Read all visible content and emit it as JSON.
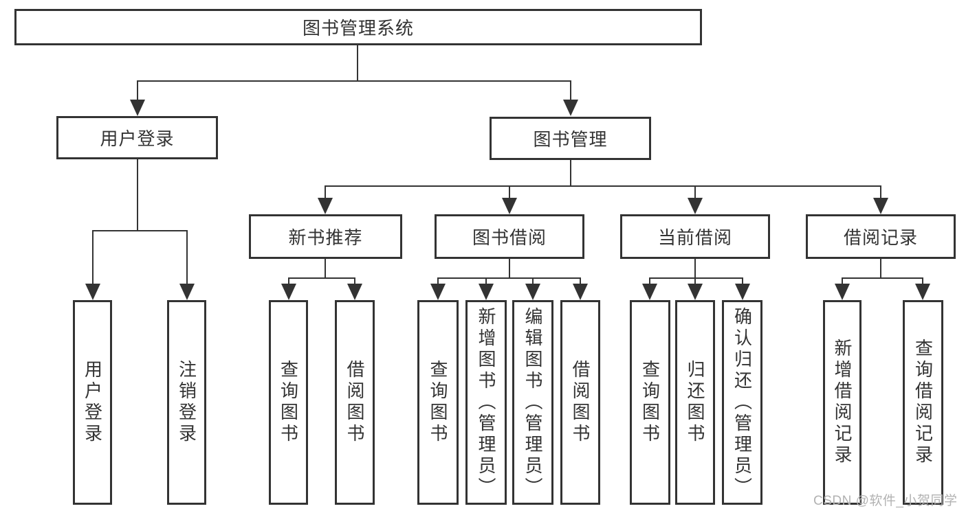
{
  "nodes": {
    "root": "图书管理系统",
    "user_login": "用户登录",
    "book_management": "图书管理",
    "new_book": "新书推荐",
    "book_borrow": "图书借阅",
    "current_borrow": "当前借阅",
    "borrow_record": "借阅记录"
  },
  "leaves": {
    "user_login": [
      "用户登录",
      "注销登录"
    ],
    "new_book": [
      "查询图书",
      "借阅图书"
    ],
    "book_borrow": [
      "查询图书",
      "新增图书（管理员）",
      "编辑图书（管理员）",
      "借阅图书"
    ],
    "current_borrow": [
      "查询图书",
      "归还图书",
      "确认归还（管理员）"
    ],
    "borrow_record": [
      "新增借阅记录",
      "查询借阅记录"
    ]
  },
  "watermark": {
    "text": "CSDN @软件_小贺同学"
  },
  "colors": {
    "line": "#333333",
    "text": "#333333",
    "watermark": "#b2b2b2",
    "background": "#ffffff"
  }
}
